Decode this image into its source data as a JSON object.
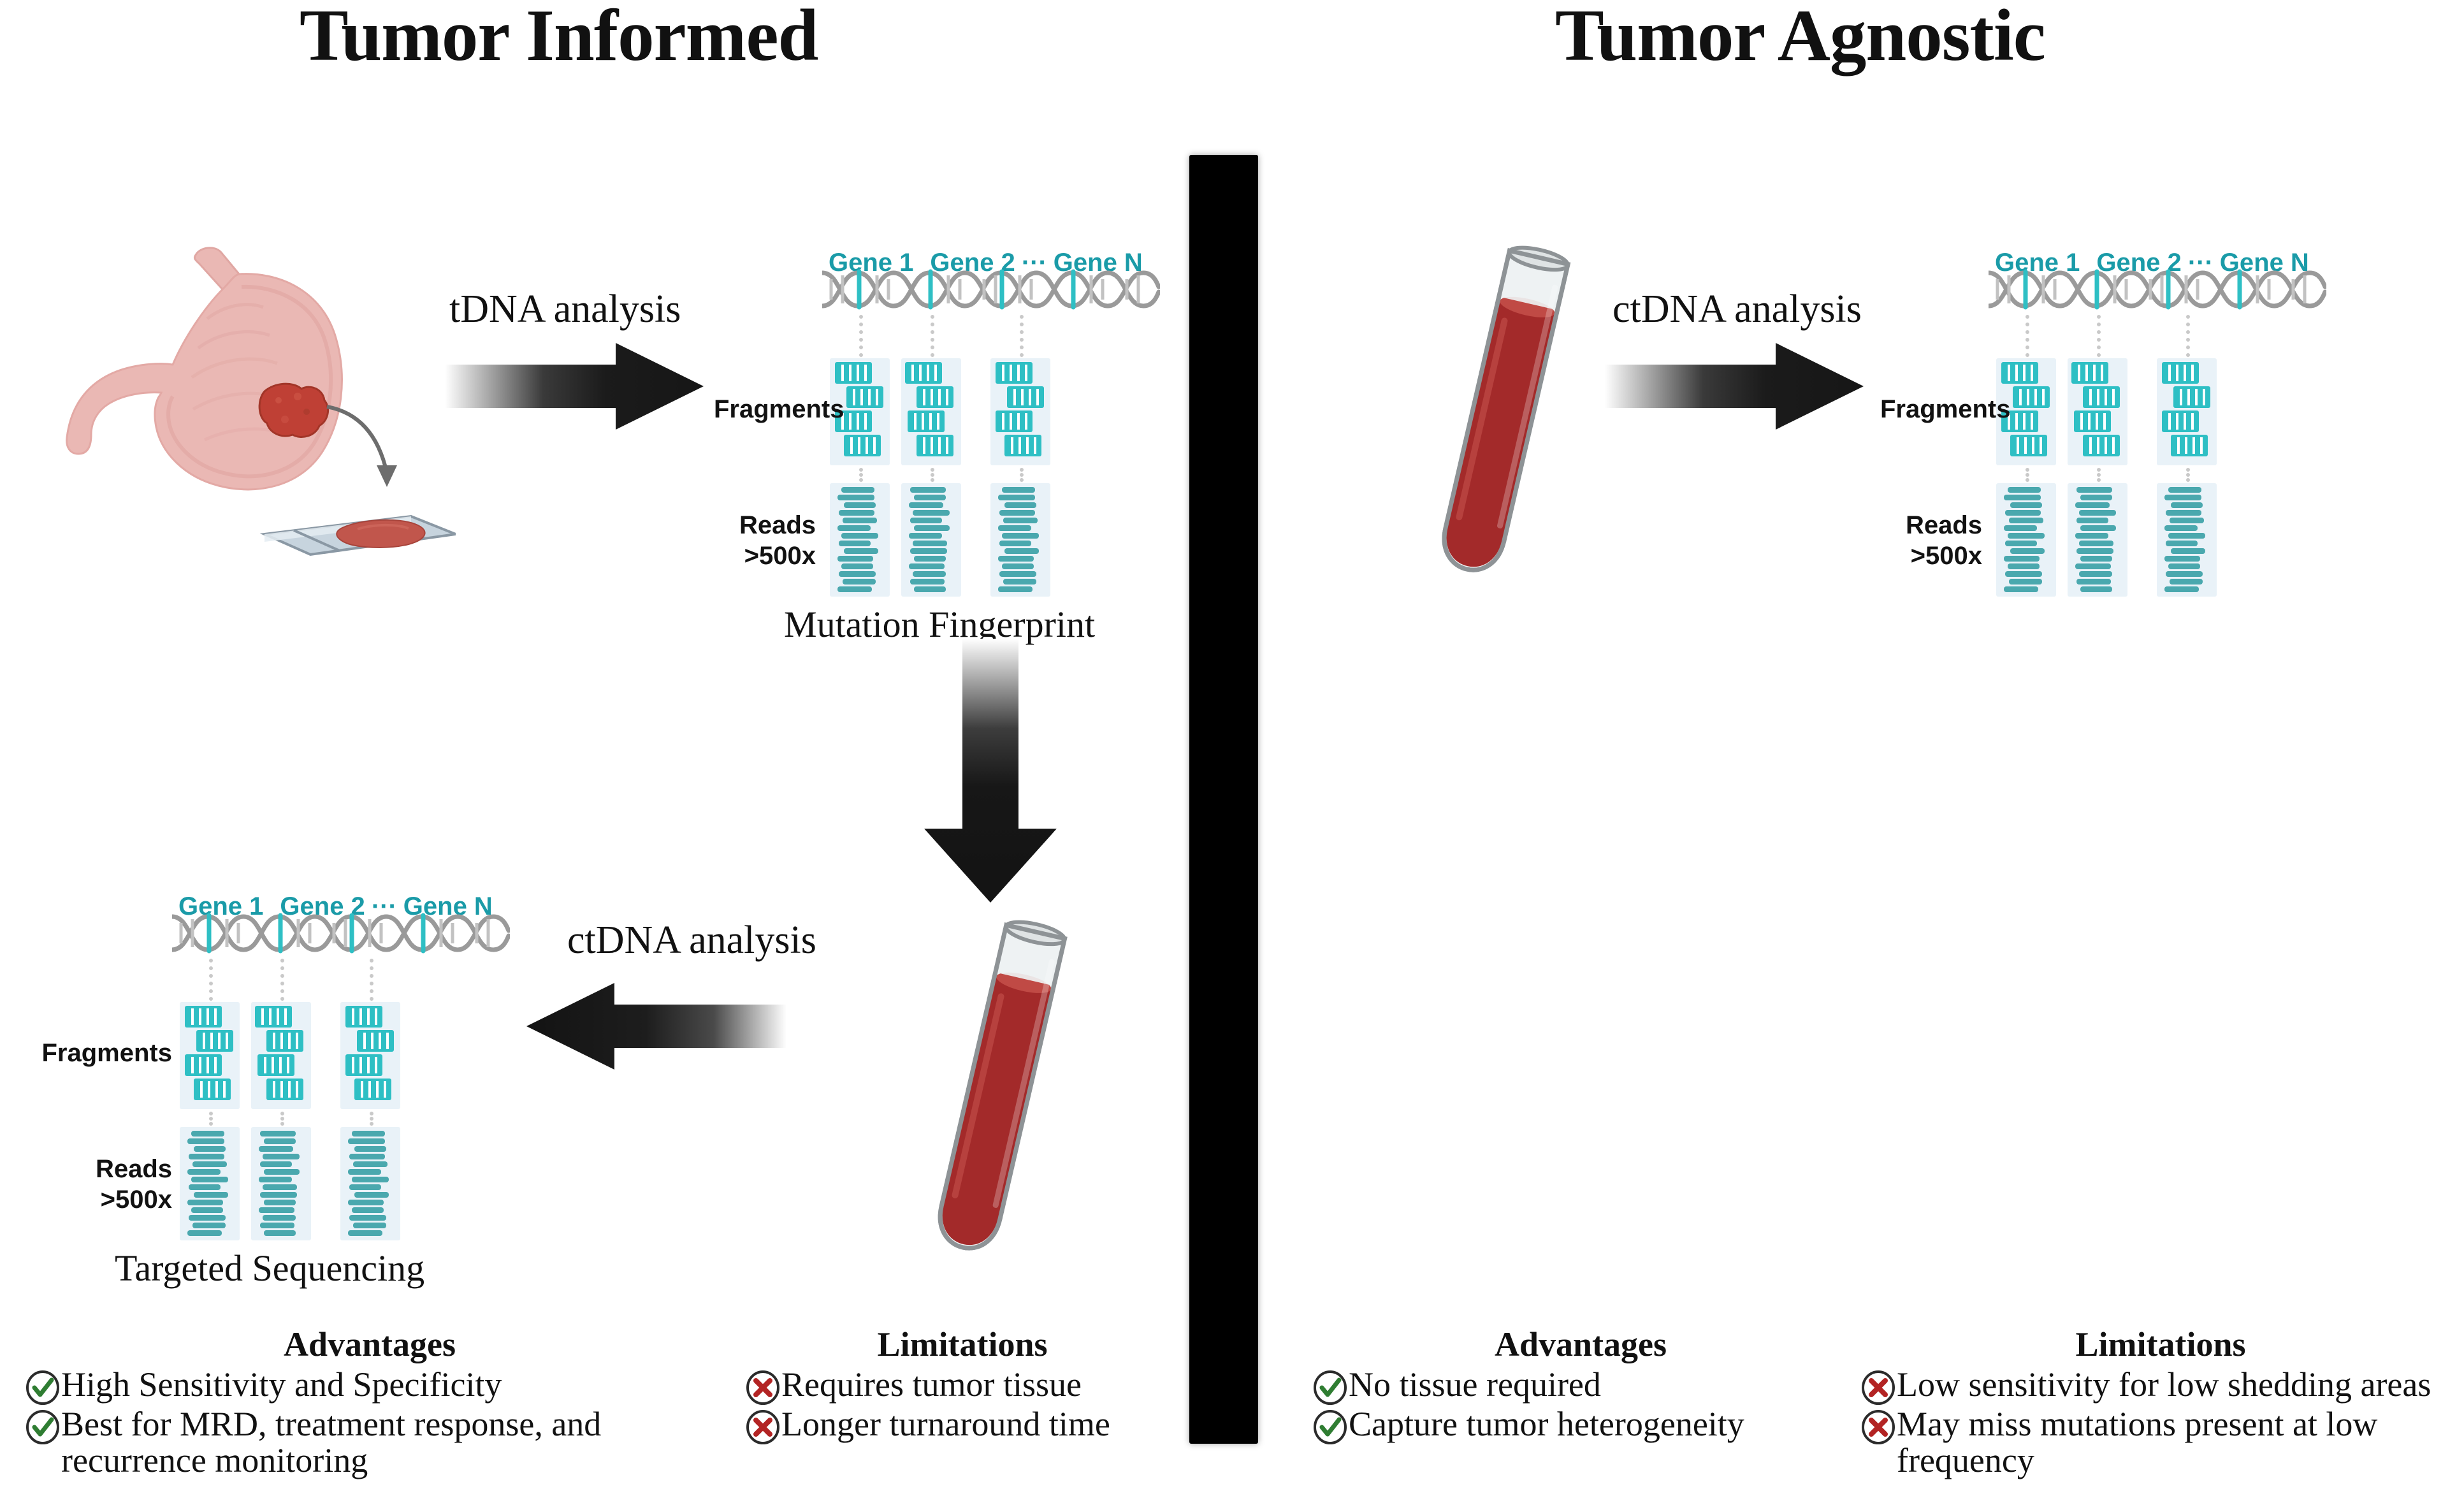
{
  "panels": {
    "left": {
      "title": "Tumor Informed"
    },
    "right": {
      "title": "Tumor Agnostic"
    }
  },
  "arrows": {
    "tdna": "tDNA analysis",
    "ctdna_left": "ctDNA analysis",
    "ctdna_right": "ctDNA analysis"
  },
  "sequencing": {
    "genes": [
      "Gene 1",
      "Gene 2",
      "···",
      "Gene N"
    ],
    "fragments_label": "Fragments",
    "reads_label_line1": "Reads",
    "reads_label_line2": ">500x",
    "caption_top_left": "Mutation Fingerprint",
    "caption_bottom_left": "Targeted Sequencing"
  },
  "lists": {
    "left_advantages": {
      "heading": "Advantages",
      "items": [
        "High Sensitivity and Specificity",
        "Best for MRD, treatment response, and recurrence monitoring"
      ]
    },
    "left_limitations": {
      "heading": "Limitations",
      "items": [
        "Requires tumor tissue",
        "Longer turnaround time"
      ]
    },
    "right_advantages": {
      "heading": "Advantages",
      "items": [
        "No tissue required",
        "Capture tumor heterogeneity"
      ]
    },
    "right_limitations": {
      "heading": "Limitations",
      "items": [
        "Low sensitivity for low shedding areas",
        "May miss mutations present at low frequency"
      ]
    }
  },
  "colors": {
    "gene_teal": "#1a9ba8",
    "fragment_teal": "#2ebfc4",
    "read_teal": "#4aa8ae",
    "column_bg": "#e9f2f8",
    "blood_red": "#a32a2a",
    "tissue_pink": "#e9b3b0",
    "tumor_red": "#bf4035",
    "check_green": "#2f7d32",
    "cross_red": "#b32424",
    "divider_black": "#000000"
  }
}
